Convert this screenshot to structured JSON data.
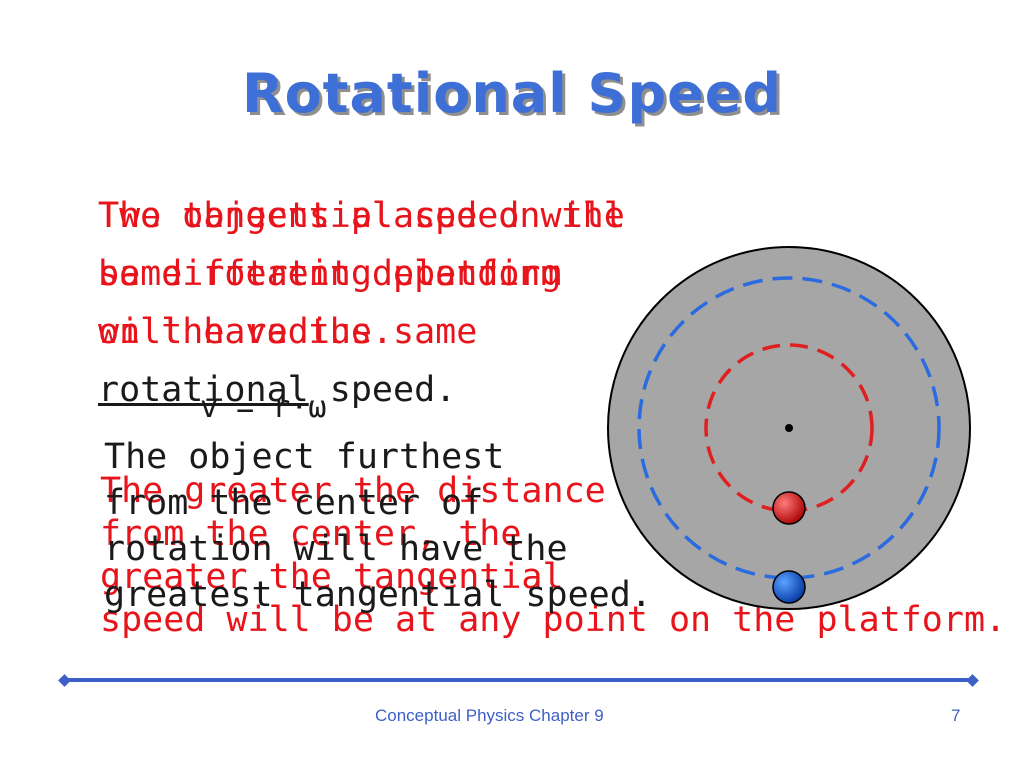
{
  "slide": {
    "title": "Rotational Speed",
    "text_layer_1": "Two objects placed on the\nsame rotating platform\nwill have the same\n",
    "text_layer_1_underlined": "rotational",
    "text_layer_1_tail": " speed.",
    "text_layer_2": "The tangential speed will\nbe different depending\non the radius.",
    "formula": "v = r·ω",
    "text_layer_3": "The object furthest\nfrom the center of\nrotation will have the\ngreatest tangential speed.",
    "text_layer_4": "The greater the distance\nfrom the center, the\ngreater the tangential\nspeed will be at any point on the platform."
  },
  "diagram": {
    "platform_color": "#a6a6a6",
    "outer_orbit_color": "#2a6be0",
    "inner_orbit_color": "#e02020",
    "inner_ball_color": "#d21414",
    "outer_ball_color": "#1060d8"
  },
  "footer": {
    "title": "Conceptual Physics  Chapter 9",
    "page": "7"
  }
}
